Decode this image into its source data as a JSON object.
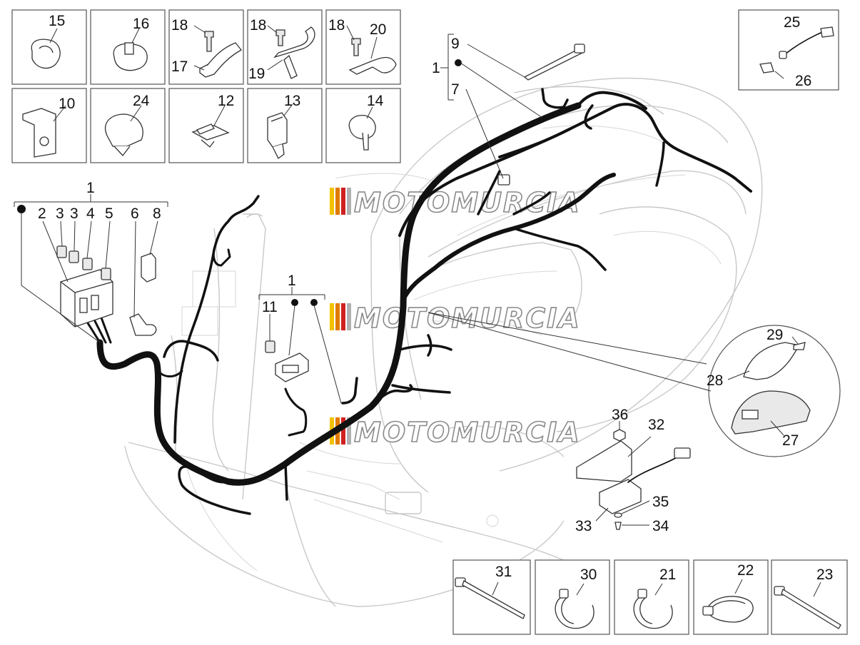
{
  "watermark": {
    "text": "MOTOMURCIA",
    "stripe_colors": [
      "#f2c200",
      "#e07b00",
      "#d12020",
      "#b0b0b0"
    ]
  },
  "callouts": {
    "n1": "1",
    "n2": "2",
    "n3": "3",
    "n4": "4",
    "n5": "5",
    "n6": "6",
    "n7": "7",
    "n8": "8",
    "n9": "9",
    "n10": "10",
    "n11": "11",
    "n12": "12",
    "n13": "13",
    "n14": "14",
    "n15": "15",
    "n16": "16",
    "n17": "17",
    "n18": "18",
    "n19": "19",
    "n20": "20",
    "n21": "21",
    "n22": "22",
    "n23": "23",
    "n24": "24",
    "n25": "25",
    "n26": "26",
    "n27": "27",
    "n28": "28",
    "n29": "29",
    "n30": "30",
    "n31": "31",
    "n32": "32",
    "n33": "33",
    "n34": "34",
    "n35": "35",
    "n36": "36"
  },
  "colors": {
    "harness": "#111111",
    "frame_outline": "#c8c8c8",
    "box_border": "#555555"
  }
}
